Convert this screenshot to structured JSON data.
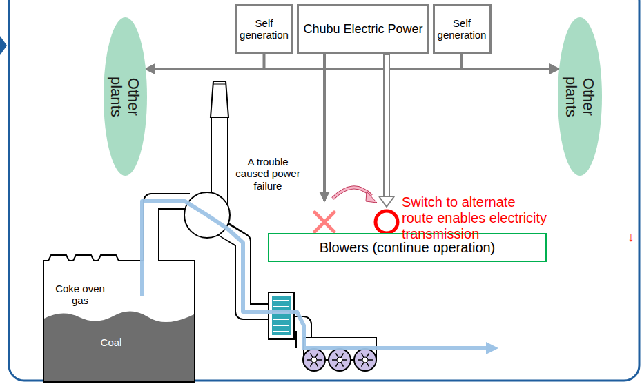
{
  "diagram": {
    "nodes": [
      {
        "text": [
          "Self generation"
        ]
      },
      {
        "text": [
          "Chubu Electric Power"
        ]
      },
      {
        "text": [
          "Self generation"
        ]
      },
      {
        "text": [
          "Other plants"
        ]
      },
      {
        "text": [
          "Other plants"
        ]
      },
      {
        "text": [
          "Blowers (continue operation)"
        ]
      }
    ],
    "edges": [
      {
        "from": 0,
        "to": 3,
        "arrow": "to"
      },
      {
        "from": 1,
        "to": 3,
        "arrow": "to"
      },
      {
        "from": 1,
        "to": 4,
        "arrow": "to"
      },
      {
        "from": 2,
        "to": 4,
        "arrow": "to"
      },
      {
        "from": 1,
        "to": 5,
        "arrow": "to"
      },
      {
        "from": 1,
        "to": 5,
        "arrow": "to"
      }
    ],
    "labels": [
      "A trouble caused power failure",
      "Switch to alternate route enables electricity transmission",
      "↓",
      "Coke oven gas",
      "Coal"
    ]
  }
}
